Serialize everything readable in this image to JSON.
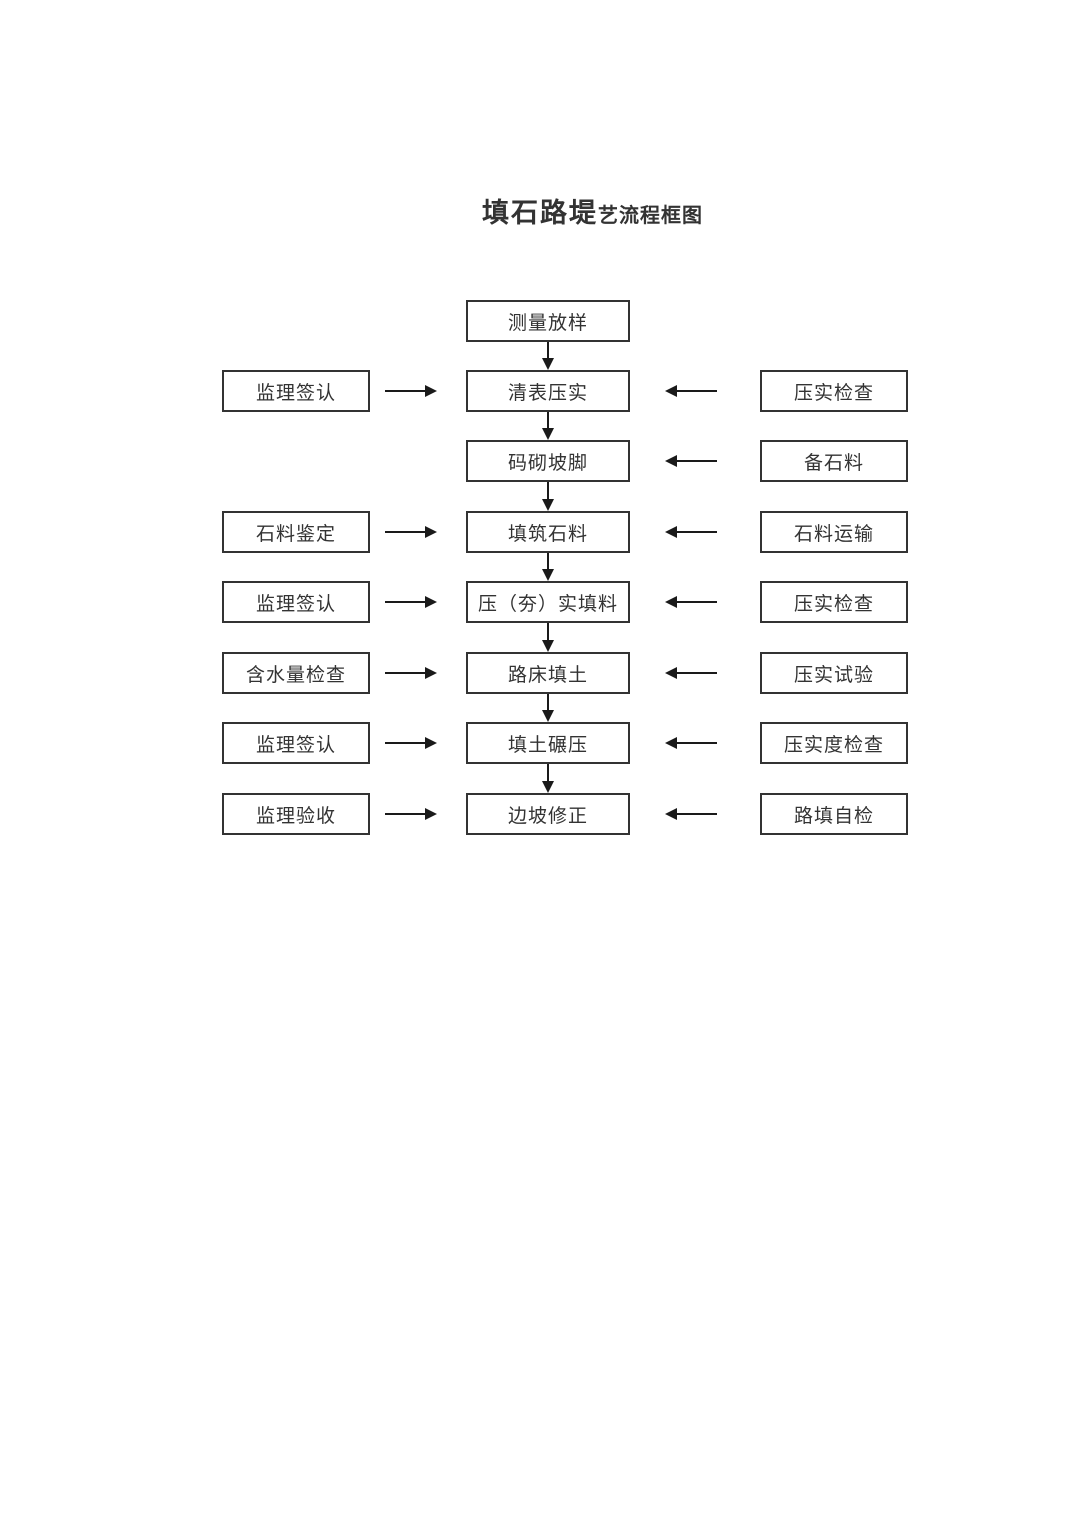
{
  "title": {
    "main": "填石路堤",
    "suffix": "艺流程框图"
  },
  "flow": {
    "center_steps": [
      "测量放样",
      "清表压实",
      "码砌坡脚",
      "填筑石料",
      "压（夯）实填料",
      "路床填土",
      "填土碾压",
      "边坡修正"
    ],
    "left_boxes": [
      "监理签认",
      "石料鉴定",
      "监理签认",
      "含水量检查",
      "监理签认",
      "监理验收"
    ],
    "right_boxes": [
      "压实检查",
      "备石料",
      "石料运输",
      "压实检查",
      "压实试验",
      "压实度检查",
      "路填自检"
    ]
  },
  "colors": {
    "page_background": "#ffffff",
    "box_border": "#333333",
    "text": "#333333",
    "arrow": "#1a1a1a"
  }
}
